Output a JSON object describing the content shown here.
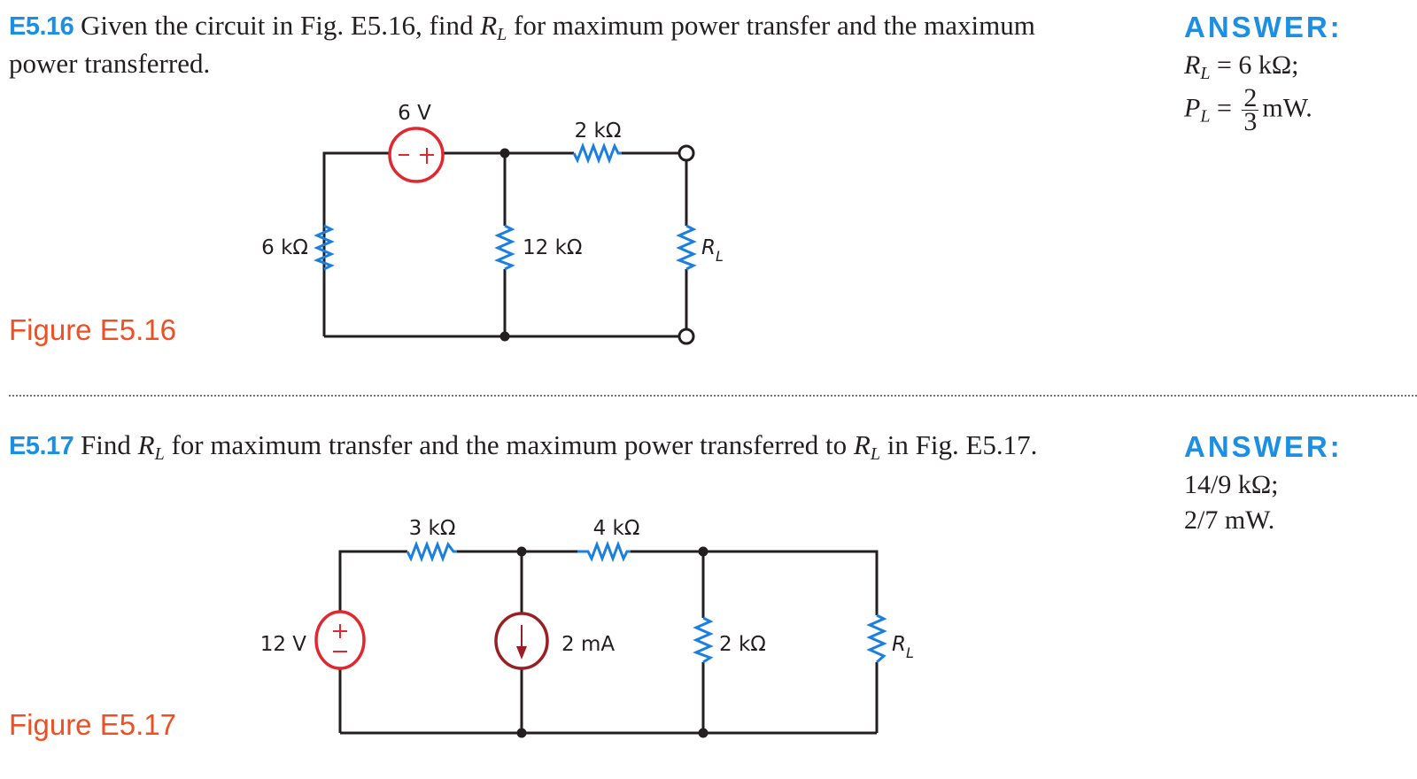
{
  "colors": {
    "problem_number": "#1a8fe3",
    "answer_heading": "#1a8fe3",
    "figure_label": "#f04e23",
    "resistor": "#1a7fe0",
    "voltage_source": "#e0282e",
    "current_source": "#9a1f24",
    "wire": "#231f20"
  },
  "problems": [
    {
      "number": "E5.16",
      "text_a": " Given the circuit in Fig. E5.16, find ",
      "var": "R",
      "var_sub": "L",
      "text_b": " for maximum power transfer and the maximum",
      "text_line2": "power transferred.",
      "answer_heading": "ANSWER:",
      "answer": {
        "line1_var": "R",
        "line1_sub": "L",
        "line1_rest": " = 6 kΩ;",
        "line2_var": "P",
        "line2_sub": "L",
        "line2_eq": " = ",
        "line2_num": "2",
        "line2_den": "3",
        "line2_unit": "mW."
      },
      "figure_label": "Figure E5.16",
      "circuit": {
        "voltage_source": {
          "label": "6 V",
          "polarity": "− +"
        },
        "resistors": [
          {
            "id": "series_top",
            "label": "2 kΩ"
          },
          {
            "id": "left",
            "label": "6 kΩ"
          },
          {
            "id": "middle",
            "label": "12 kΩ"
          },
          {
            "id": "load",
            "label_var": "R",
            "label_sub": "L"
          }
        ]
      }
    },
    {
      "number": "E5.17",
      "text_a": " Find ",
      "var": "R",
      "var_sub": "L",
      "text_b": " for maximum transfer and the maximum power transferred to ",
      "var2": "R",
      "var2_sub": "L",
      "text_c": " in Fig. E5.17.",
      "answer_heading": "ANSWER:",
      "answer": {
        "line1": "14/9 kΩ;",
        "line2": "2/7 mW."
      },
      "figure_label": "Figure E5.17",
      "circuit": {
        "voltage_source": {
          "label": "12 V",
          "polarity": "+ −"
        },
        "current_source": {
          "label": "2 mA",
          "direction": "down"
        },
        "resistors": [
          {
            "id": "r3k",
            "label": "3 kΩ"
          },
          {
            "id": "r4k",
            "label": "4 kΩ"
          },
          {
            "id": "r2k",
            "label": "2 kΩ"
          },
          {
            "id": "load",
            "label_var": "R",
            "label_sub": "L"
          }
        ]
      }
    }
  ]
}
